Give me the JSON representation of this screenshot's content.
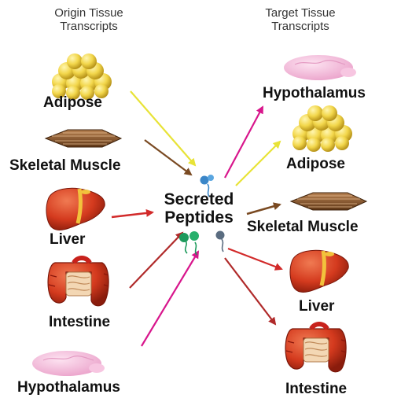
{
  "headers": {
    "origin": [
      "Origin Tissue",
      "Transcripts"
    ],
    "target": [
      "Target Tissue",
      "Transcripts"
    ]
  },
  "center": [
    "Secreted",
    "Peptides"
  ],
  "origin_tissues": {
    "adipose": "Adipose",
    "skeletal_muscle": "Skeletal Muscle",
    "liver": "Liver",
    "intestine": "Intestine",
    "hypothalamus": "Hypothalamus"
  },
  "target_tissues": {
    "hypothalamus": "Hypothalamus",
    "adipose": "Adipose",
    "skeletal_muscle": "Skeletal Muscle",
    "liver": "Liver",
    "intestine": "Intestine"
  },
  "colors": {
    "adipose_arrow": "#e8e337",
    "muscle_arrow": "#7a4a22",
    "liver_arrow": "#d22a2a",
    "intestine_arrow": "#b02a2a",
    "hypothalamus_arrow": "#d8168c",
    "peptide_blue": "#3a86c8",
    "peptide_green": "#1e9a5c",
    "peptide_grey": "#5a6c80",
    "fat": "#f2d64a",
    "muscle": "#8b5a2b",
    "liver": "#d43a1e",
    "intestine": "#c8221c",
    "brain": "#f3b6d8"
  }
}
